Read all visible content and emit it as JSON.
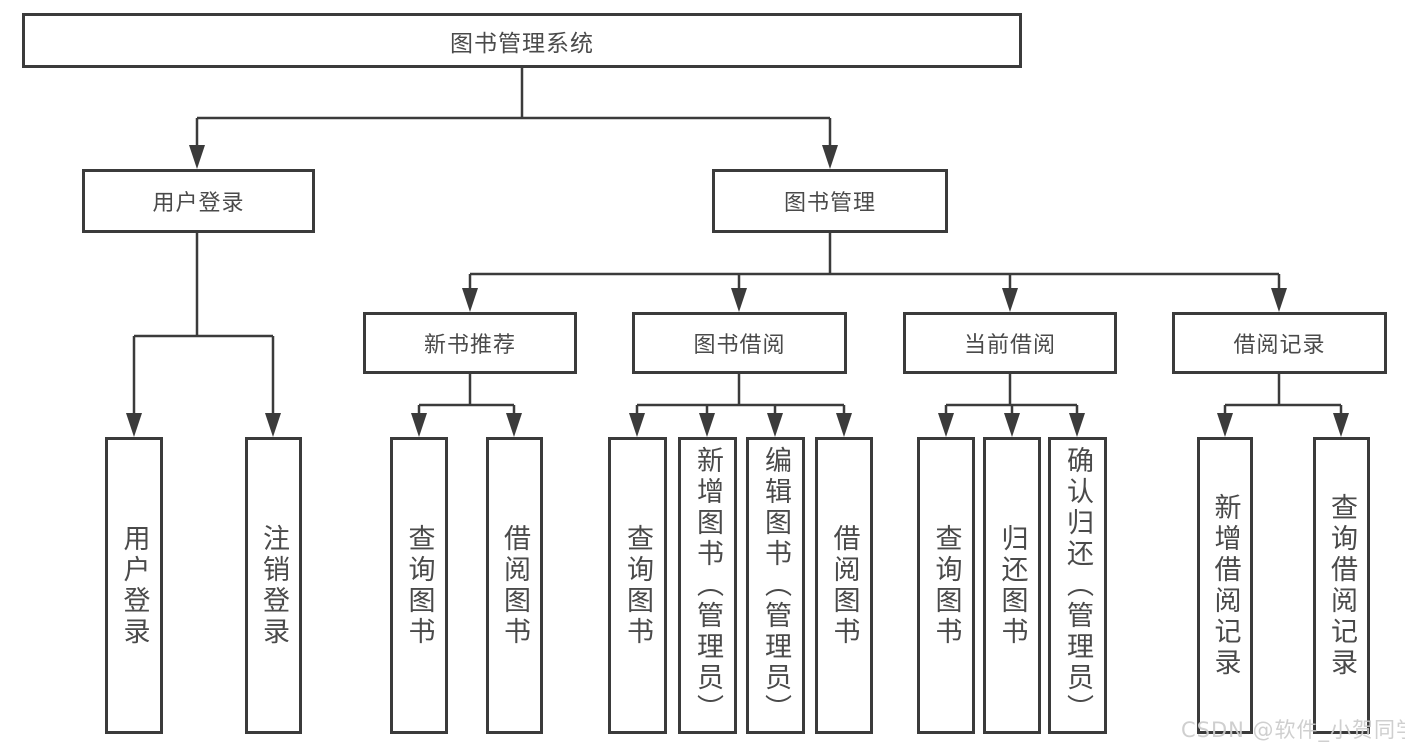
{
  "watermark": "CSDN @软件_小贺同学",
  "colors": {
    "line": "#3b3b3b",
    "text": "#4a4a4a",
    "background": "#ffffff",
    "watermark": "#cccccc"
  },
  "tree": {
    "label": "图书管理系统",
    "children": [
      {
        "label": "用户登录",
        "children": [
          {
            "label": "用户登录"
          },
          {
            "label": "注销登录"
          }
        ]
      },
      {
        "label": "图书管理",
        "children": [
          {
            "label": "新书推荐",
            "children": [
              {
                "label": "查询图书"
              },
              {
                "label": "借阅图书"
              }
            ]
          },
          {
            "label": "图书借阅",
            "children": [
              {
                "label": "查询图书"
              },
              {
                "label": "新增图书（管理员）"
              },
              {
                "label": "编辑图书（管理员）"
              },
              {
                "label": "借阅图书"
              }
            ]
          },
          {
            "label": "当前借阅",
            "children": [
              {
                "label": "查询图书"
              },
              {
                "label": "归还图书"
              },
              {
                "label": "确认归还（管理员）"
              }
            ]
          },
          {
            "label": "借阅记录",
            "children": [
              {
                "label": "新增借阅记录"
              },
              {
                "label": "查询借阅记录"
              }
            ]
          }
        ]
      }
    ]
  }
}
